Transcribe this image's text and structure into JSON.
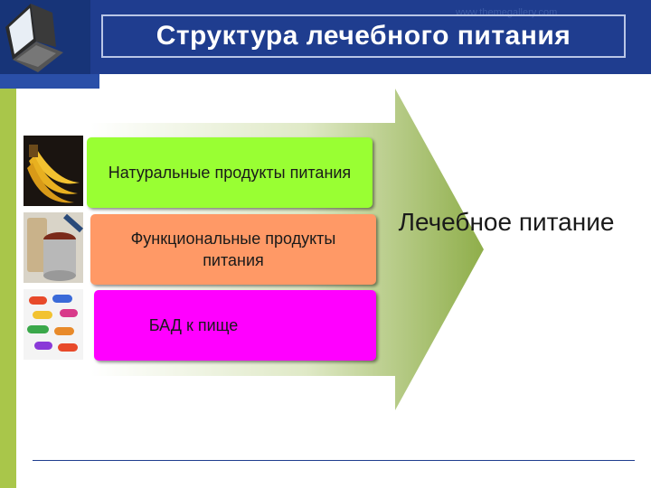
{
  "header": {
    "title": "Структура лечебного питания",
    "watermark": "www.themegallery.com"
  },
  "items": [
    {
      "label": "Натуральные продукты питания",
      "color": "#99ff33",
      "image": "bananas-image"
    },
    {
      "label": "Функциональные продукты питания",
      "color": "#ff9966",
      "image": "canned-food-image"
    },
    {
      "label": "БАД к пище",
      "color": "#ff00ff",
      "image": "pills-image"
    }
  ],
  "result": {
    "label": "Лечебное питание"
  },
  "colors": {
    "header": "#1f3d8f",
    "stripe": "#a9c64a",
    "arrow": "#8fae4a"
  }
}
